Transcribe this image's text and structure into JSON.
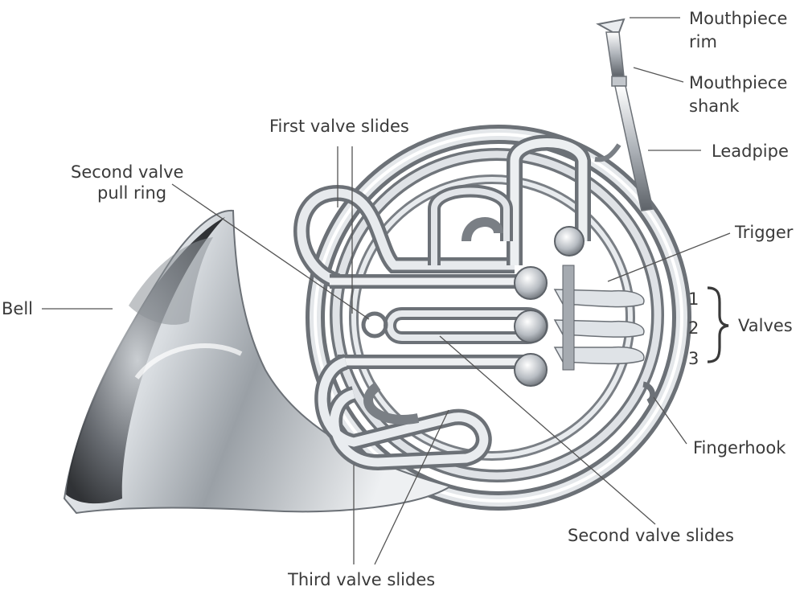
{
  "labels": {
    "mouthpiece_rim_1": "Mouthpiece",
    "mouthpiece_rim_2": "rim",
    "mouthpiece_shank_1": "Mouthpiece",
    "mouthpiece_shank_2": "shank",
    "leadpipe": "Leadpipe",
    "first_valve_slides": "First valve slides",
    "second_valve_pull_ring_1": "Second valve",
    "second_valve_pull_ring_2": "pull ring",
    "trigger": "Trigger",
    "bell": "Bell",
    "valves": "Valves",
    "valve_numbers": [
      "1",
      "2",
      "3"
    ],
    "fingerhook": "Fingerhook",
    "second_valve_slides": "Second valve slides",
    "third_valve_slides": "Third valve slides"
  },
  "colors": {
    "text": "#3a3a3a",
    "leader_line": "#555555",
    "metal_light": "#f2f3f5",
    "metal_mid": "#b9bec4",
    "metal_dark": "#2a2c30"
  }
}
